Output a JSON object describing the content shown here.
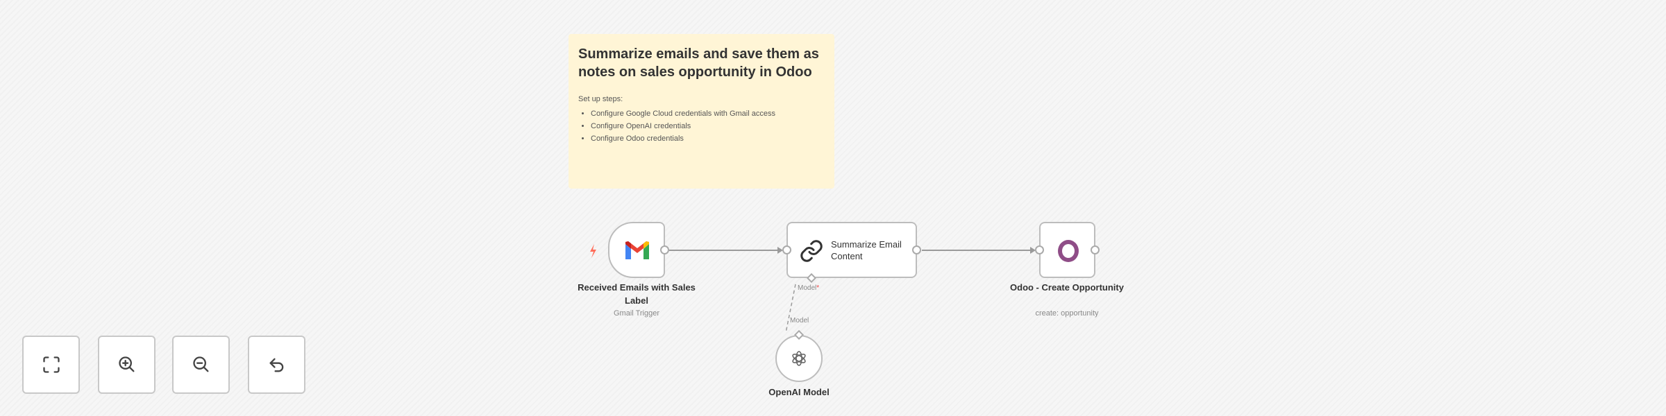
{
  "sticky_note": {
    "title": "Summarize emails and save them as notes on sales opportunity in Odoo",
    "subtitle": "Set up steps:",
    "steps": [
      "Configure Google Cloud credentials with Gmail access",
      "Configure OpenAI credentials",
      "Configure Odoo credentials"
    ]
  },
  "nodes": {
    "gmail": {
      "title": "Received Emails with Sales Label",
      "subtitle": "Gmail Trigger",
      "icon": "gmail-icon"
    },
    "summarize": {
      "title": "Summarize Email Content",
      "icon": "chain-link-icon"
    },
    "odoo": {
      "title": "Odoo - Create Opportunity",
      "subtitle": "create: opportunity",
      "icon": "odoo-icon",
      "color": "#8f4d87"
    },
    "openai": {
      "title": "OpenAI Model",
      "icon": "openai-icon"
    }
  },
  "connections": {
    "model_input_label": "Model",
    "model_required_marker": "*",
    "model_output_label": "Model"
  },
  "controls": {
    "fit": "fit-view",
    "zoom_in": "zoom-in",
    "zoom_out": "zoom-out",
    "undo": "undo"
  },
  "colors": {
    "trigger": "#ff6d5a",
    "odoo": "#8f4d87",
    "note": "#fff5d6"
  }
}
